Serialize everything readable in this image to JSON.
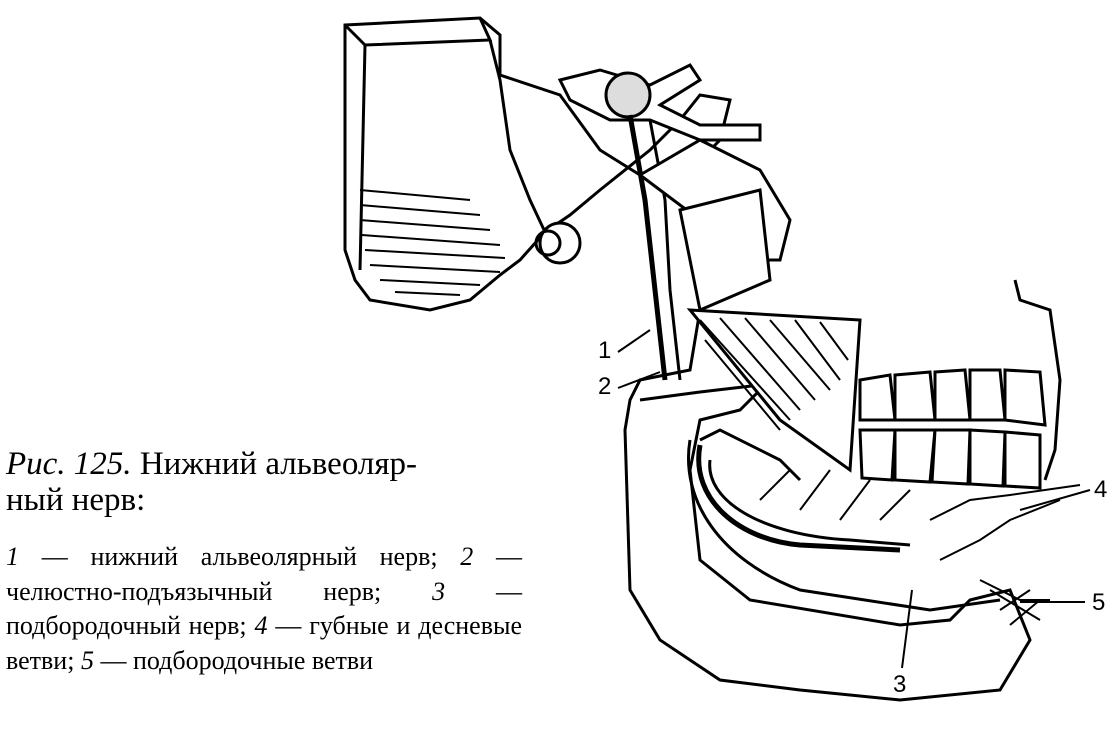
{
  "caption": {
    "fig_label": "Рис. 125.",
    "title_line1": "Нижний альвеоляр-",
    "title_line2": "ный нерв:",
    "legend": [
      {
        "num": "1",
        "text": "нижний альвеолярный нерв;"
      },
      {
        "num": "2",
        "text": "челюстно-подъязычный нерв;"
      },
      {
        "num": "3",
        "text": "подбородочный нерв;"
      },
      {
        "num": "4",
        "text": "губные и десневые ветви;"
      },
      {
        "num": "5",
        "text": "подбородочные ветви"
      }
    ],
    "dash": "—"
  },
  "figure_labels": [
    "1",
    "2",
    "3",
    "4",
    "5"
  ]
}
